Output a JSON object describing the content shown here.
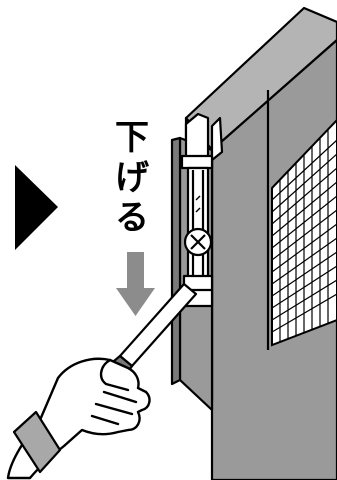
{
  "instruction": {
    "chars": [
      "下",
      "げ",
      "る"
    ]
  },
  "colors": {
    "panel": "#9a9a9a",
    "panel_dark": "#7a7a7a",
    "panel_light": "#b4b4b4",
    "arrow": "#8c8c8c",
    "outline": "#000000",
    "skin": "#ffffff",
    "cuff_band": "#a8a8a8"
  },
  "icons": {
    "step_indicator": "right-triangle-icon",
    "direction": "down-arrow-icon",
    "screw": "phillips-screw-icon"
  }
}
